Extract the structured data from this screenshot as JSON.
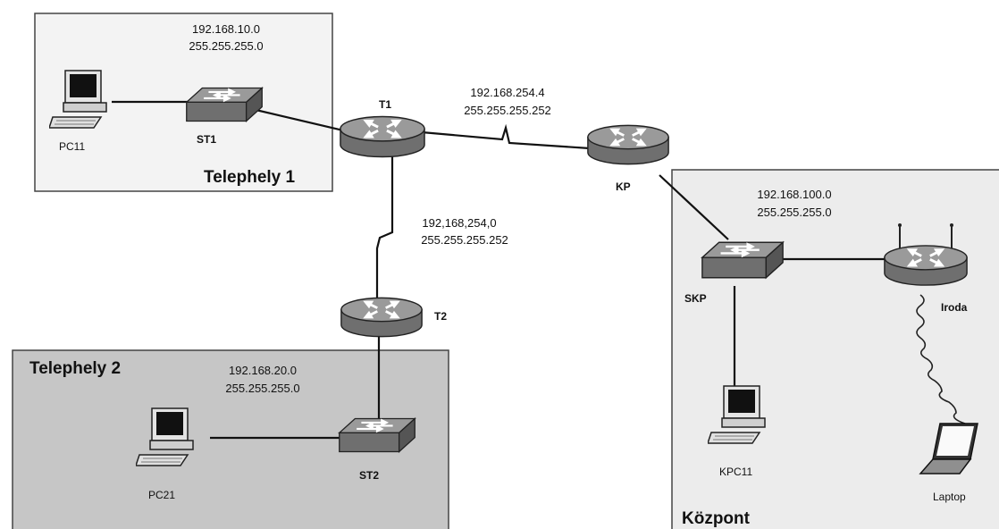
{
  "zones": {
    "telephely1": "Telephely 1",
    "telephely2": "Telephely 2",
    "kozpont": "Központ"
  },
  "networks": {
    "t1_lan_addr": "192.168.10.0",
    "t1_lan_mask": "255.255.255.0",
    "wan_t1_kp_addr": "192.168.254.4",
    "wan_t1_kp_mask": "255.255.255.252",
    "wan_t1_t2_addr": "192,168,254,0",
    "wan_t1_t2_mask": "255.255.255.252",
    "t2_lan_addr": "192.168.20.0",
    "t2_lan_mask": "255.255.255.0",
    "kp_lan_addr": "192.168.100.0",
    "kp_lan_mask": "255.255.255.0"
  },
  "devices": {
    "T1": "T1",
    "T2": "T2",
    "KP": "KP",
    "ST1": "ST1",
    "ST2": "ST2",
    "SKP": "SKP",
    "Iroda": "Iroda",
    "PC11": "PC11",
    "PC21": "PC21",
    "KPC11": "KPC11",
    "Laptop": "Laptop"
  },
  "colors": {
    "zone_light": "#f3f3f3",
    "zone_dark": "#c6c6c6",
    "router_body": "#8a8a8a",
    "switch_body": "#7f7f7f"
  }
}
